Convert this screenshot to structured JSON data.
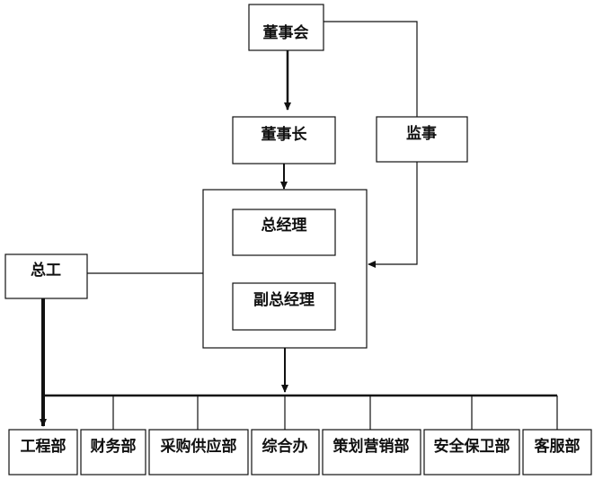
{
  "org": {
    "board": "董事会",
    "chairman": "董事长",
    "supervisor": "监事",
    "general_manager": "总经理",
    "deputy_general_manager": "副总经理",
    "chief_engineer": "总工",
    "departments": [
      "工程部",
      "财务部",
      "采购供应部",
      "综合办",
      "策划营销部",
      "安全保卫部",
      "客服部"
    ]
  }
}
